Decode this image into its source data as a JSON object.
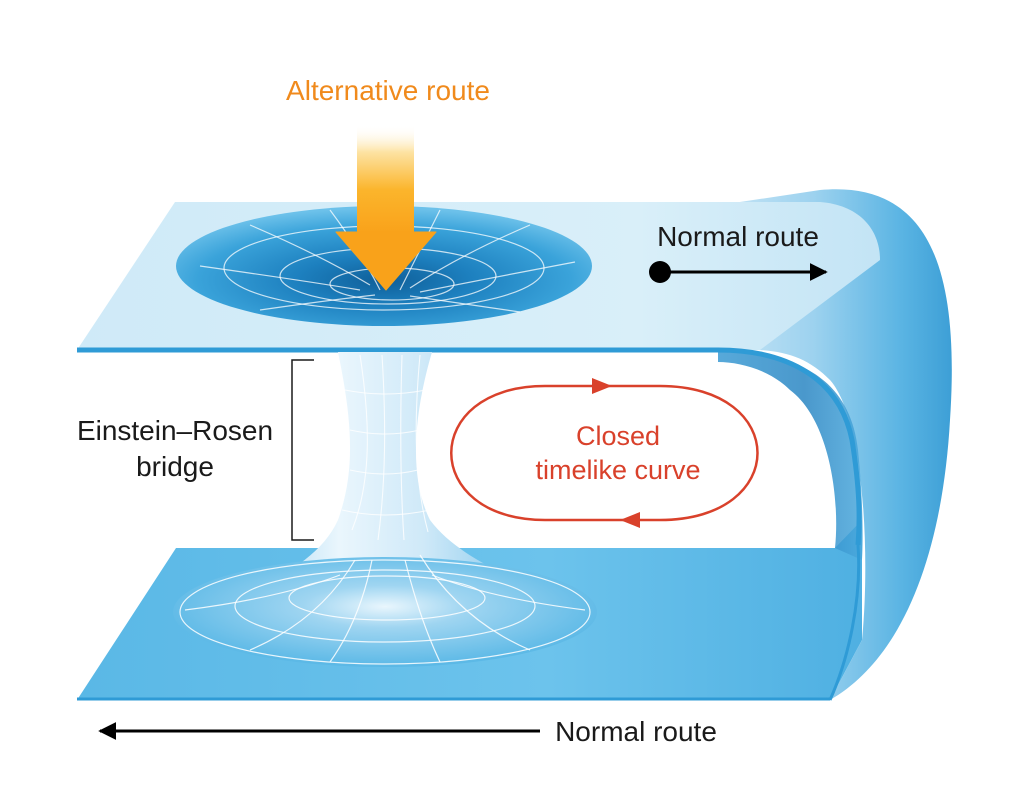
{
  "labels": {
    "alternative_route": "Alternative route",
    "normal_route_top": "Normal route",
    "normal_route_bottom": "Normal route",
    "bridge_line1": "Einstein–Rosen",
    "bridge_line2": "bridge",
    "ctc_line1": "Closed",
    "ctc_line2": "timelike curve"
  },
  "colors": {
    "alternative_route_text": "#f08a1c",
    "alternative_route_arrow": "#fbb52c",
    "closed_curve": "#d9412b",
    "sheet_top": "#d6eef9",
    "sheet_bottom": "#5dbbe7",
    "sheet_edge": "#2f9bd6",
    "text_dark": "#1a1a1a"
  },
  "icons": {
    "alternative_route": "arrow-down-icon",
    "normal_route_top": "arrow-right-icon",
    "normal_route_bottom": "arrow-left-icon",
    "start_point": "dot-icon"
  }
}
